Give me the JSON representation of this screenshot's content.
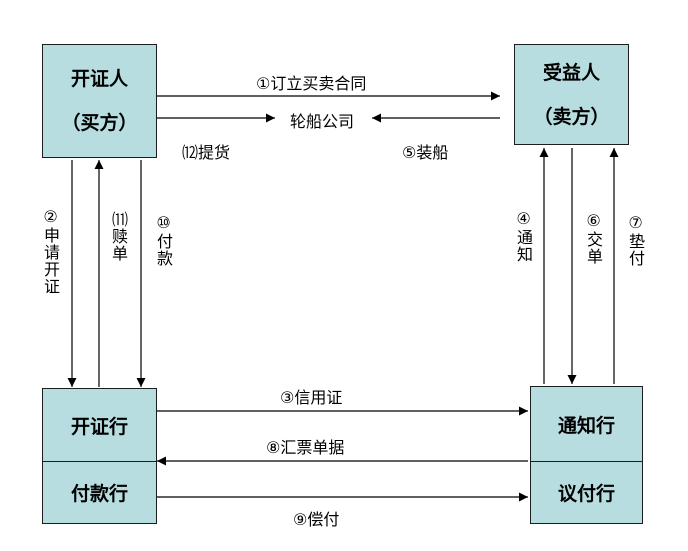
{
  "parties": {
    "applicant": {
      "line1": "开证人",
      "line2": "（买方）"
    },
    "beneficiary": {
      "line1": "受益人",
      "line2": "（卖方）"
    }
  },
  "banks": {
    "issuing": "开证行",
    "paying": "付款行",
    "advising": "通知行",
    "negotiating": "议付行"
  },
  "steps": {
    "s1": "①订立买卖合同",
    "shipping_company": "轮船公司",
    "s12": "⑿提货",
    "s5": "⑤装船",
    "s2": "②申请开证",
    "s11": "⑾赎单",
    "s10": "⑩付款",
    "s4": "④通知",
    "s6": "⑥交单",
    "s7": "⑦垫付",
    "s3": "③信用证",
    "s8": "⑧汇票单据",
    "s9": "⑨偿付"
  }
}
